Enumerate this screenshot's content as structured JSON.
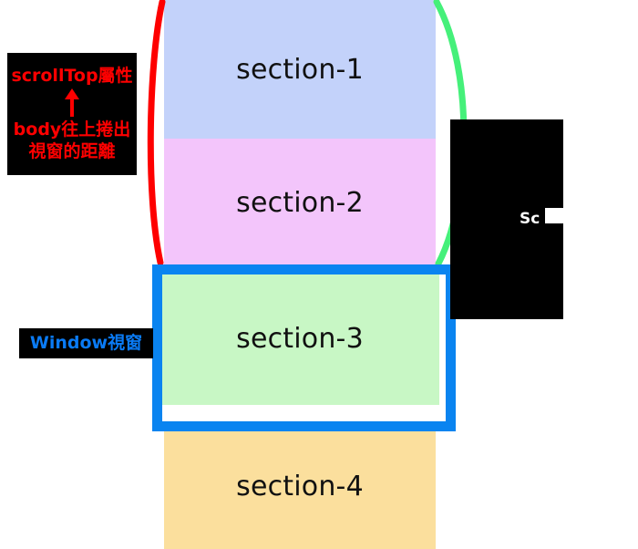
{
  "diagram": {
    "title": "scrollTop / scrollHeight scroll model diagram",
    "sections": [
      {
        "id": "section-1",
        "label": "section-1",
        "color": "#c3d2fa"
      },
      {
        "id": "section-2",
        "label": "section-2",
        "color": "#f3c5fb"
      },
      {
        "id": "section-3",
        "label": "section-3",
        "color": "#c8f7c5"
      },
      {
        "id": "section-4",
        "label": "section-4",
        "color": "#fbdf9d"
      }
    ],
    "callouts": {
      "scroll_top": {
        "heading": "scrollTop屬性",
        "arrow_icon": "up-arrow-icon",
        "body_line_1": "body往上捲出",
        "body_line_2": "視窗的距離",
        "text_color": "#fe0000",
        "background": "#000000"
      },
      "window": {
        "label": "Window視窗",
        "text_color": "#0a7bf5",
        "background": "#000000"
      },
      "scroll_height": {
        "label": "Sc",
        "text_color": "#ffffff",
        "background": "#000000"
      }
    },
    "braces": {
      "left_brace_color": "#fe0000",
      "right_brace_color": "#45f07a"
    },
    "viewport_frame": {
      "border_color": "#0a84f0",
      "surrounds": "section-3"
    }
  }
}
